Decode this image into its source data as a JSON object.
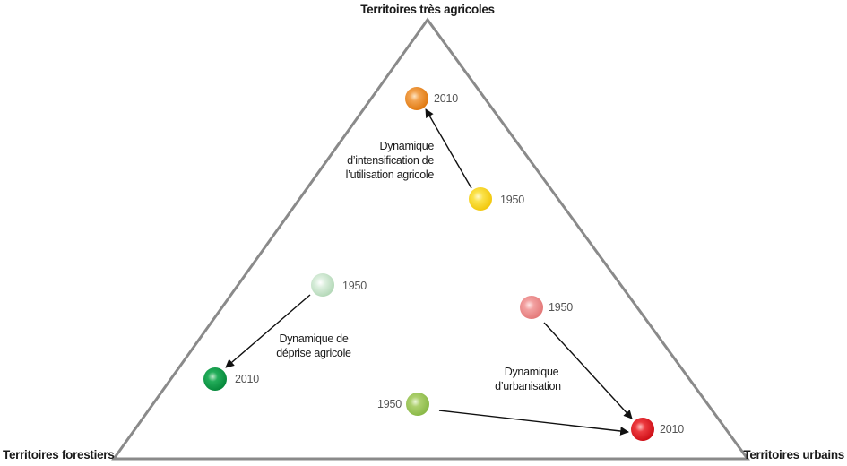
{
  "vertices": {
    "top": "Territoires très agricoles",
    "left": "Territoires forestiers",
    "right": "Territoires urbains"
  },
  "points": {
    "agri_2010": {
      "year": "2010",
      "color": "#ee8a22"
    },
    "agri_1950": {
      "year": "1950",
      "color": "#f8d61f"
    },
    "forest_1950": {
      "year": "1950",
      "color": "#c6e2c9"
    },
    "forest_2010": {
      "year": "2010",
      "color": "#0a9a45"
    },
    "urban_1950_top": {
      "year": "1950",
      "color": "#ee8a8a"
    },
    "urban_1950_bottom": {
      "year": "1950",
      "color": "#9dc55a"
    },
    "urban_2010": {
      "year": "2010",
      "color": "#e01e26"
    }
  },
  "dynamics": {
    "intensification": [
      "Dynamique",
      "d’intensification de",
      "l’utilisation agricole"
    ],
    "deprise": [
      "Dynamique de",
      "déprise agricole"
    ],
    "urbanisation": [
      "Dynamique",
      "d’urbanisation"
    ]
  },
  "colors": {
    "triangle_stroke": "#8a8a8a",
    "arrow": "#111111"
  }
}
